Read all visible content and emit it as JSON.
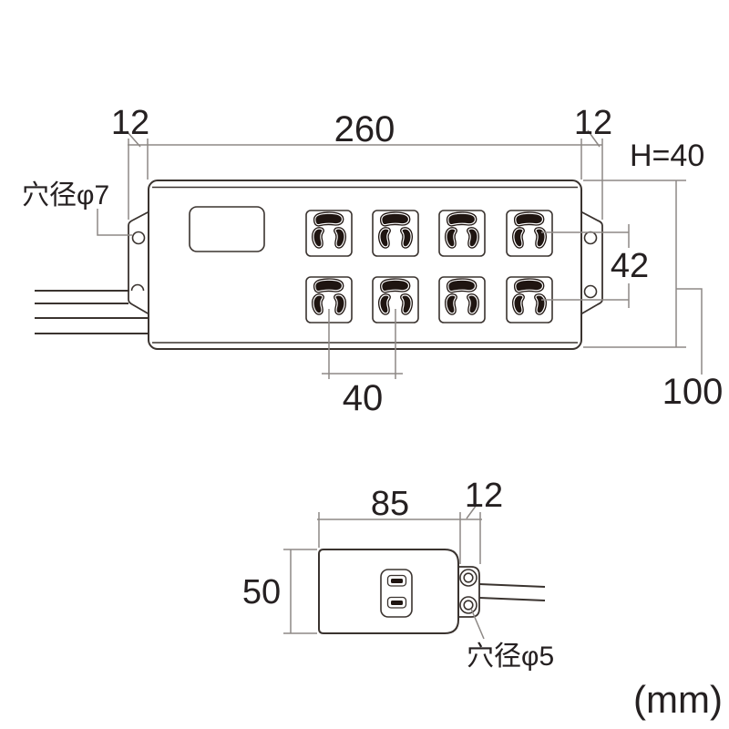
{
  "unit_note": "(mm)",
  "top_view": {
    "overall_width": "260",
    "left_tab_width": "12",
    "right_tab_width": "12",
    "height_note": "H=40",
    "body_depth": "100",
    "mount_hole_pitch": "42",
    "outlet_pitch": "40",
    "mount_hole_note": "穴径φ7",
    "outlet_count": 8
  },
  "side_view": {
    "body_width": "85",
    "tab_width": "12",
    "body_height": "50",
    "mount_hole_note": "穴径φ5"
  },
  "colors": {
    "background": "#ffffff",
    "outline": "#3a332f",
    "dimension": "#8d8885",
    "text": "#252021",
    "slot_fill": "#1f1511"
  }
}
